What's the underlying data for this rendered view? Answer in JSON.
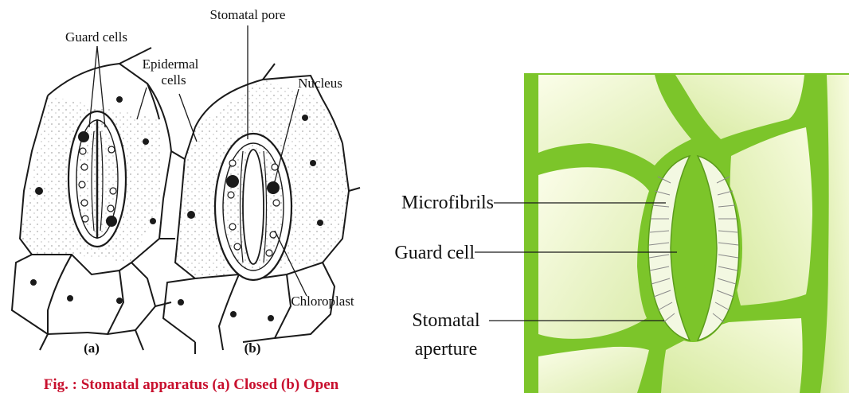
{
  "left_figure": {
    "labels": {
      "stomatal_pore": "Stomatal pore",
      "guard_cells": "Guard cells",
      "epidermal_cells_line1": "Epidermal",
      "epidermal_cells_line2": "cells",
      "nucleus": "Nucleus",
      "chloroplast": "Chloroplast"
    },
    "panel_a": "(a)",
    "panel_b": "(b)",
    "caption": "Fig. : Stomatal apparatus (a) Closed (b) Open"
  },
  "right_figure": {
    "labels": {
      "microfibrils": "Microfibrils",
      "guard_cell": "Guard cell",
      "stomatal_aperture_line1": "Stomatal",
      "stomatal_aperture_line2": "aperture"
    }
  },
  "colors": {
    "wall_green": "#7cc52a",
    "cell_green_light": "#eef6d4",
    "cell_green_mid": "#dbecac",
    "caption_red": "#c8102e",
    "ink": "#111111"
  }
}
